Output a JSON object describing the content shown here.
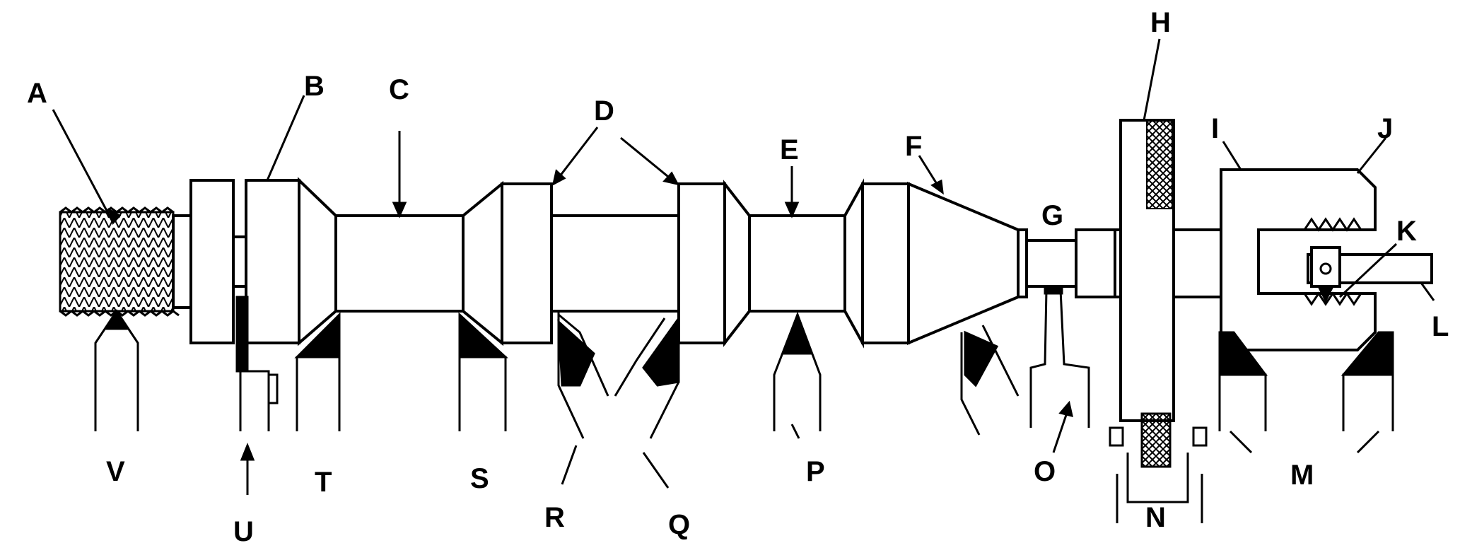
{
  "labels": {
    "A": "A",
    "B": "B",
    "C": "C",
    "D": "D",
    "E": "E",
    "F": "F",
    "G": "G",
    "H": "H",
    "I": "I",
    "J": "J",
    "K": "K",
    "L": "L",
    "M": "M",
    "N": "N",
    "O": "O",
    "P": "P",
    "Q": "Q",
    "R": "R",
    "S": "S",
    "T": "T",
    "U": "U",
    "V": "V"
  },
  "colors": {
    "ink": "#000000",
    "paper": "#ffffff"
  }
}
